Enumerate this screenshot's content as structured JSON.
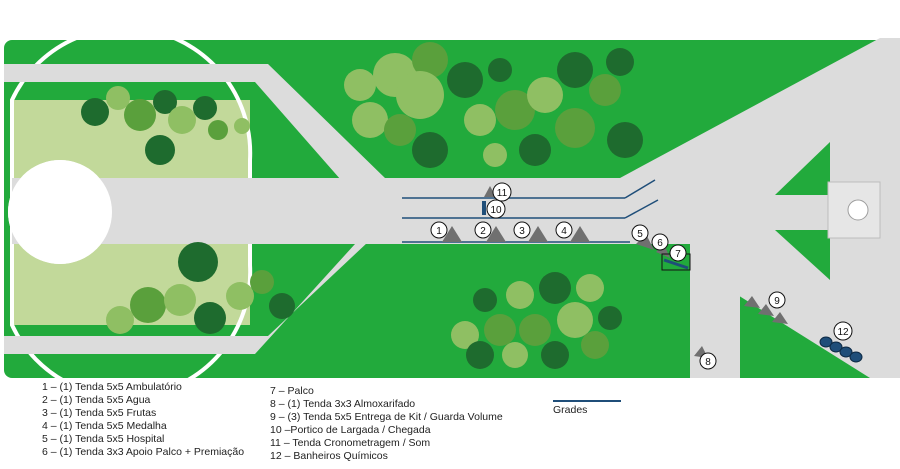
{
  "colors": {
    "grass": "#22aa3c",
    "road": "#dcdcdc",
    "plaza_light": "#c2d99a",
    "tree_dark": "#1e6b2e",
    "tree_mid": "#5aa03c",
    "tree_light": "#8fbf63",
    "tent": "#707070",
    "grades": "#1f4e79",
    "portico": "#1f4e79"
  },
  "markers": [
    "1",
    "2",
    "3",
    "4",
    "5",
    "6",
    "7",
    "8",
    "9",
    "10",
    "11",
    "12"
  ],
  "legend": {
    "left": [
      "1 – (1) Tenda 5x5 Ambulatório",
      "2 – (1) Tenda 5x5 Agua",
      "3 – (1) Tenda 5x5 Frutas",
      "4 – (1) Tenda 5x5 Medalha",
      "5 – (1) Tenda 5x5 Hospital",
      "6 – (1) Tenda 3x3 Apoio Palco + Premiação"
    ],
    "right": [
      "7 –  Palco",
      "8 – (1) Tenda 3x3 Almoxarifado",
      "9 – (3) Tenda 5x5 Entrega de Kit / Guarda Volume",
      "10 –Portico de Largada / Chegada",
      "11 – Tenda Cronometragem / Som",
      "12 – Banheiros Químicos"
    ],
    "grades_label": "Grades"
  }
}
